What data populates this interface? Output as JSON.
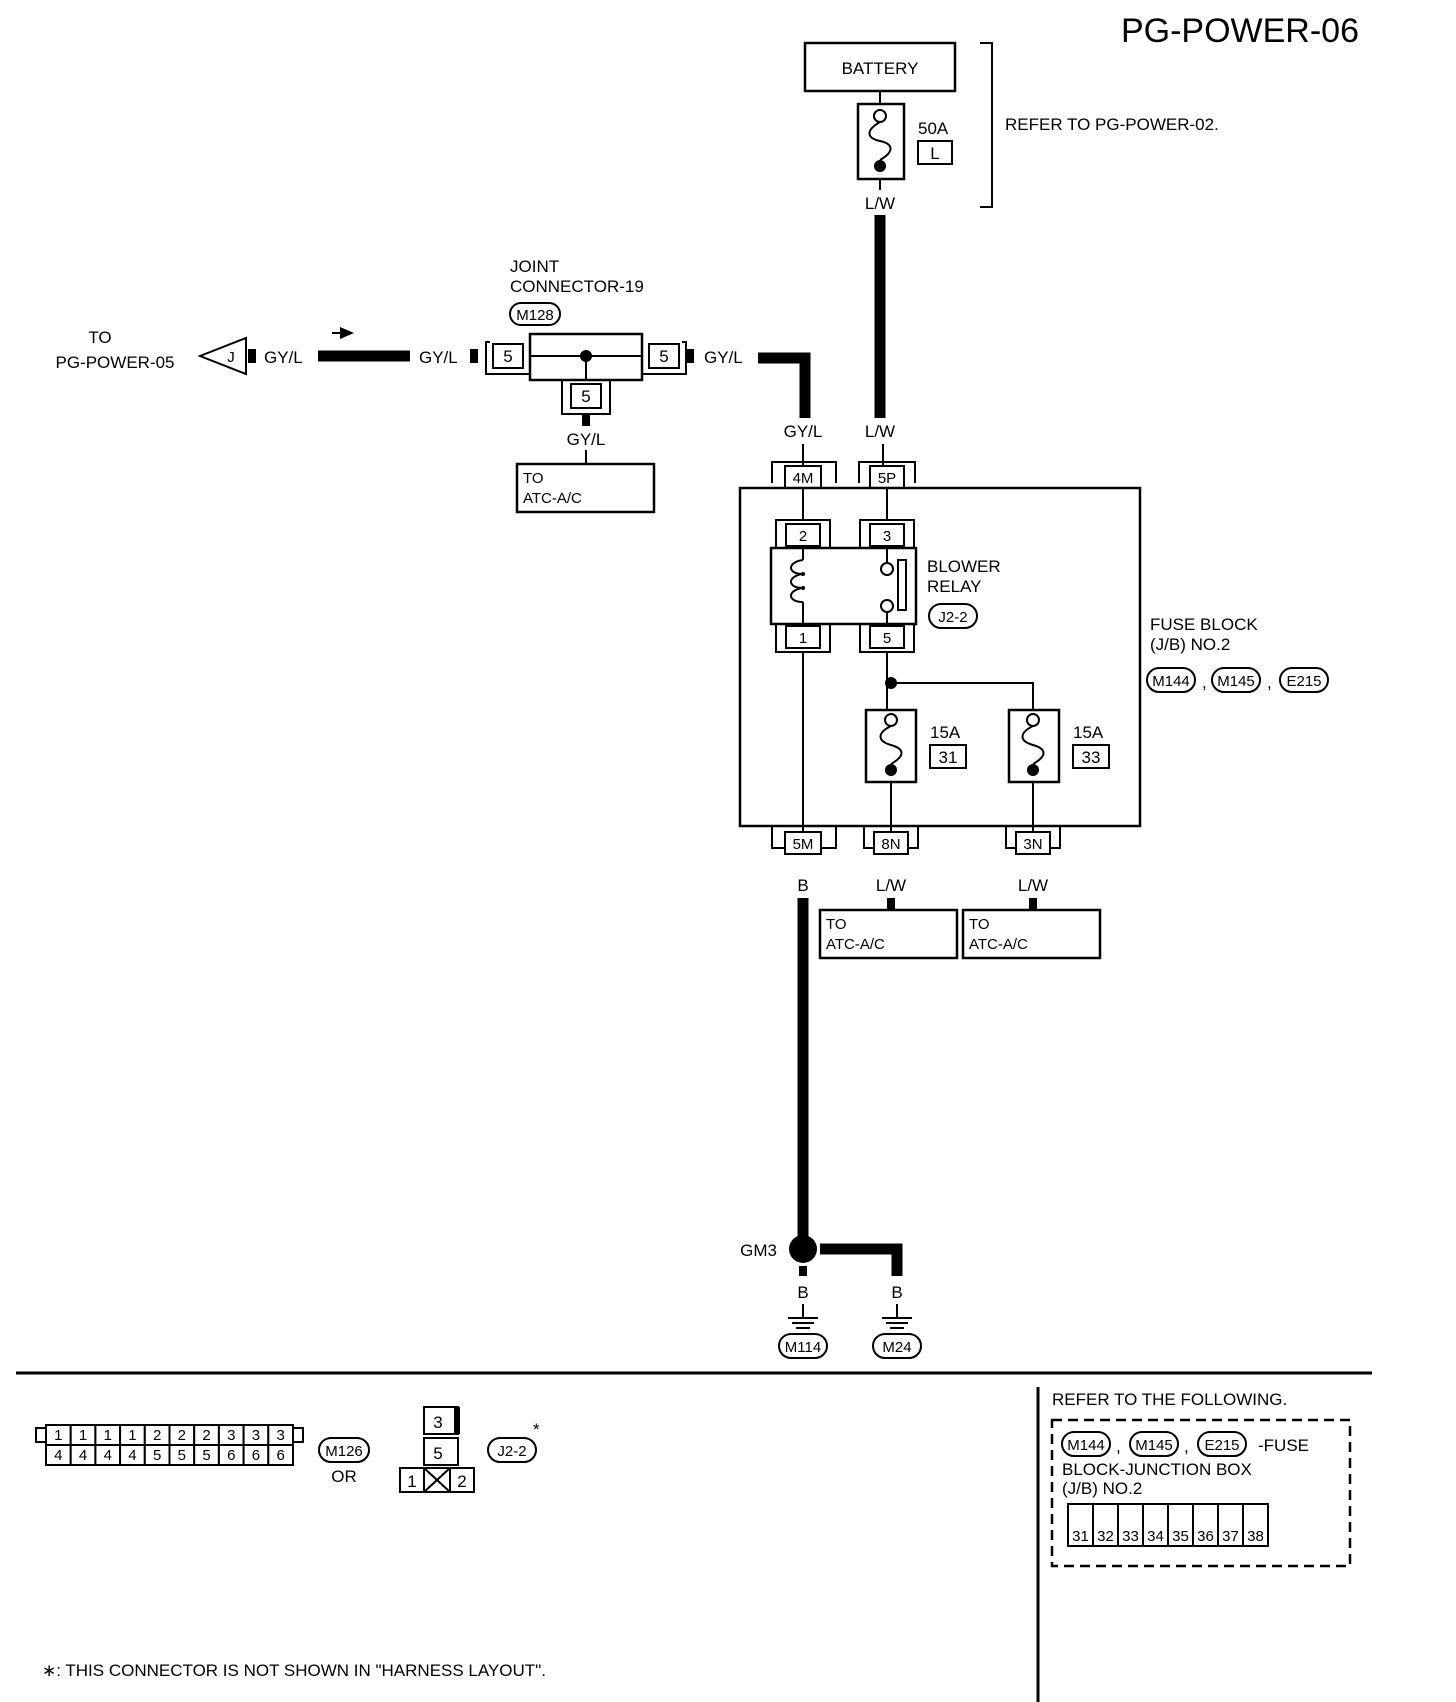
{
  "title": "PG-POWER-06",
  "battery": {
    "label": "BATTERY",
    "fuse_amp": "50A",
    "fuse_id": "L",
    "wire": "L/W",
    "note": "REFER TO PG-POWER-02."
  },
  "to_pg_power05": {
    "line1": "TO",
    "line2": "PG-POWER-05",
    "connector": "J"
  },
  "joint_connector": {
    "line1": "JOINT",
    "line2": "CONNECTOR-19",
    "id": "M128",
    "pin_left": "5",
    "pin_right": "5",
    "pin_bottom": "5"
  },
  "wires": {
    "gyl": "GY/L",
    "lw": "L/W",
    "b": "B"
  },
  "to_atc_ac": {
    "line1": "TO",
    "line2": "ATC-A/C"
  },
  "fuse_block": {
    "line1": "FUSE BLOCK",
    "line2": "(J/B) NO.2",
    "connectors": [
      "M144",
      "M145",
      "E215"
    ],
    "sep": ",",
    "pins_top": [
      "4M",
      "5P"
    ],
    "pins_bottom": [
      "5M",
      "8N",
      "3N"
    ],
    "fuses": [
      {
        "amp": "15A",
        "id": "31"
      },
      {
        "amp": "15A",
        "id": "33"
      }
    ]
  },
  "blower_relay": {
    "line1": "BLOWER",
    "line2": "RELAY",
    "id": "J2-2",
    "pins": [
      "2",
      "3",
      "1",
      "5"
    ]
  },
  "ground": {
    "splice": "GM3",
    "grounds": [
      "M114",
      "M24"
    ]
  },
  "legend": {
    "m126": {
      "top_row": [
        "1",
        "1",
        "1",
        "1",
        "2",
        "2",
        "2",
        "3",
        "3",
        "3"
      ],
      "bottom_row": [
        "4",
        "4",
        "4",
        "4",
        "5",
        "5",
        "5",
        "6",
        "6",
        "6"
      ],
      "id": "M126",
      "or": "OR"
    },
    "j22": {
      "pins": [
        "3",
        "5",
        "1",
        "2"
      ],
      "id": "J2-2",
      "star": "*"
    },
    "footnote": "∗: THIS CONNECTOR IS NOT SHOWN IN \"HARNESS LAYOUT\"."
  },
  "refer": {
    "header": "REFER TO THE FOLLOWING.",
    "connectors": [
      "M144",
      "M145",
      "E215"
    ],
    "sep": ",",
    "desc1": "-FUSE",
    "desc2": "BLOCK-JUNCTION BOX",
    "desc3": "(J/B) NO.2",
    "cells": [
      "31",
      "32",
      "33",
      "34",
      "35",
      "36",
      "37",
      "38"
    ]
  }
}
